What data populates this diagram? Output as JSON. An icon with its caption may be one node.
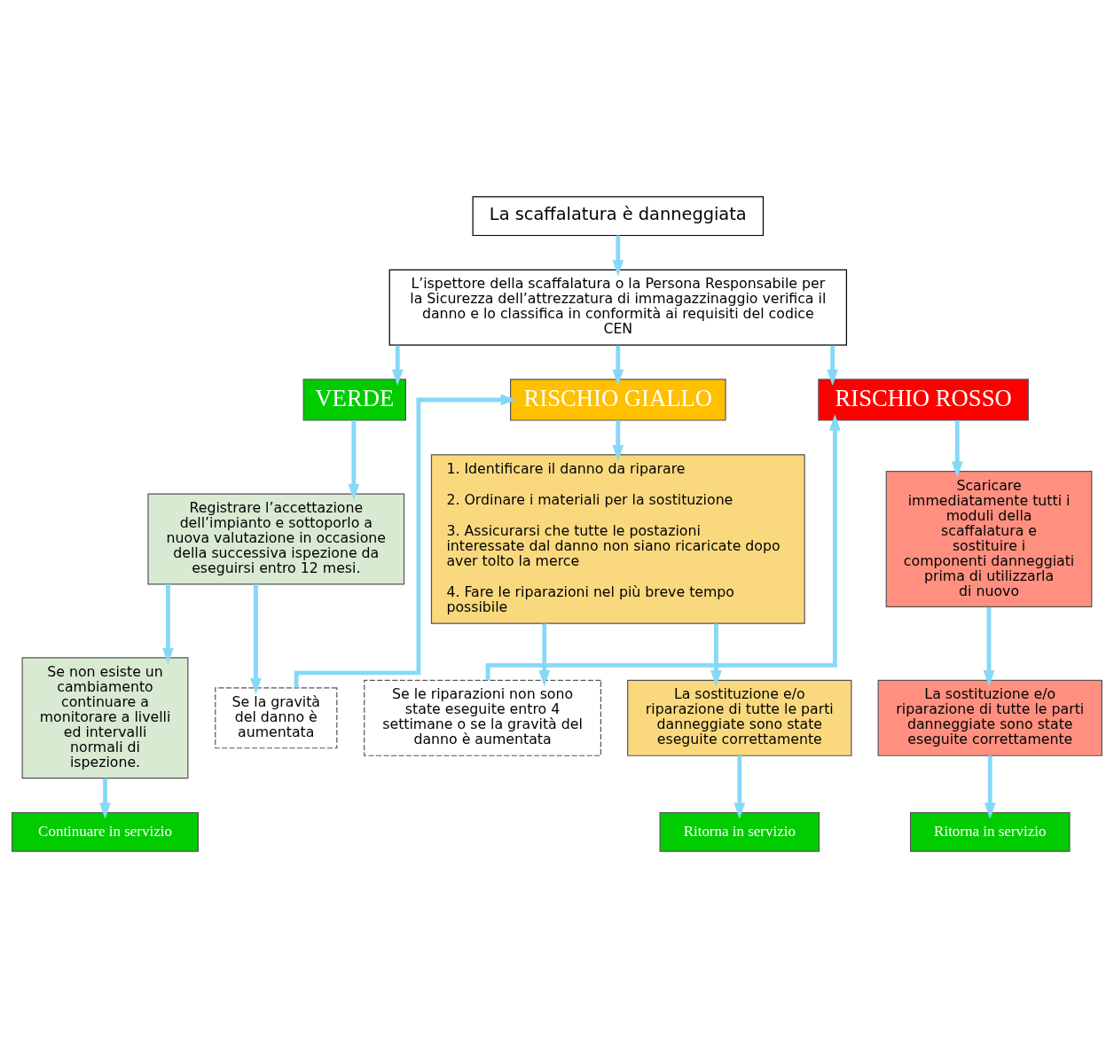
{
  "diagram": {
    "nodes": [
      {
        "text": [
          "La scaffalatura è danneggiata"
        ]
      },
      {
        "text": [
          "L’ispettore della scaffalatura o la Persona Responsabile per la Sicurezza dell’attrezzatura di immagazzinaggio verifica il danno e lo classifica in conformità ai requisiti del codice CEN"
        ]
      },
      {
        "text": [
          "VERDE"
        ]
      },
      {
        "text": [
          "RISCHIO GIALLO"
        ]
      },
      {
        "text": [
          "RISCHIO ROSSO"
        ]
      },
      {
        "text": [
          "Registrare l’accettazione dell’impianto e sottoporlo a nuova valutazione in occasione della successiva ispezione da eseguirsi entro 12 mesi."
        ]
      },
      {
        "text": [
          "Se non esiste un cambiamento continuare a monitorare a livelli ed intervalli normali di ispezione."
        ]
      },
      {
        "text": [
          "Continuare in servizio"
        ]
      },
      {
        "text": [
          "Se la gravità del danno è aumentata"
        ]
      },
      {
        "text": [
          "1. Identificare il danno da riparare",
          "2. Ordinare i materiali per la sostituzione",
          "3. Assicurarsi che tutte le postazioni interessate dal danno non siano ricaricate dopo aver tolto la merce",
          "4. Fare le riparazioni nel più breve tempo possibile"
        ]
      },
      {
        "text": [
          "Se le riparazioni non sono state eseguite entro 4 settimane o se la gravità del danno è aumentata"
        ]
      },
      {
        "text": [
          "Scaricare immediatamente tutti i moduli della scaffalatura e sostituire i componenti danneggiati prima di utilizzarla di nuovo"
        ]
      },
      {
        "text": [
          "La sostituzione e/o riparazione di tutte le parti danneggiate sono state eseguite correttamente"
        ]
      },
      {
        "text": [
          "Ritorna in servizio"
        ]
      },
      {
        "text": [
          "La sostituzione e/o riparazione di tutte le parti danneggiate sono state eseguite correttamente"
        ]
      },
      {
        "text": [
          "Ritorna in servizio"
        ]
      }
    ],
    "edges": [
      {
        "from": 0,
        "to": 1,
        "arrow": "to"
      },
      {
        "from": 1,
        "to": 2,
        "arrow": "to"
      },
      {
        "from": 1,
        "to": 3,
        "arrow": "to"
      },
      {
        "from": 1,
        "to": 4,
        "arrow": "to"
      },
      {
        "from": 2,
        "to": 5,
        "arrow": "to"
      },
      {
        "from": 5,
        "to": 6,
        "arrow": "to"
      },
      {
        "from": 6,
        "to": 7,
        "arrow": "to"
      },
      {
        "from": 5,
        "to": 8,
        "arrow": "to"
      },
      {
        "from": 8,
        "to": 3,
        "arrow": "to"
      },
      {
        "from": 3,
        "to": 9,
        "arrow": "to"
      },
      {
        "from": 9,
        "to": 12,
        "arrow": "to"
      },
      {
        "from": 9,
        "to": 10,
        "arrow": "to"
      },
      {
        "from": 10,
        "to": 4,
        "arrow": "to"
      },
      {
        "from": 4,
        "to": 11,
        "arrow": "to"
      },
      {
        "from": 11,
        "to": 14,
        "arrow": "to"
      },
      {
        "from": 12,
        "to": 13,
        "arrow": "to"
      },
      {
        "from": 14,
        "to": 15,
        "arrow": "to"
      }
    ]
  }
}
